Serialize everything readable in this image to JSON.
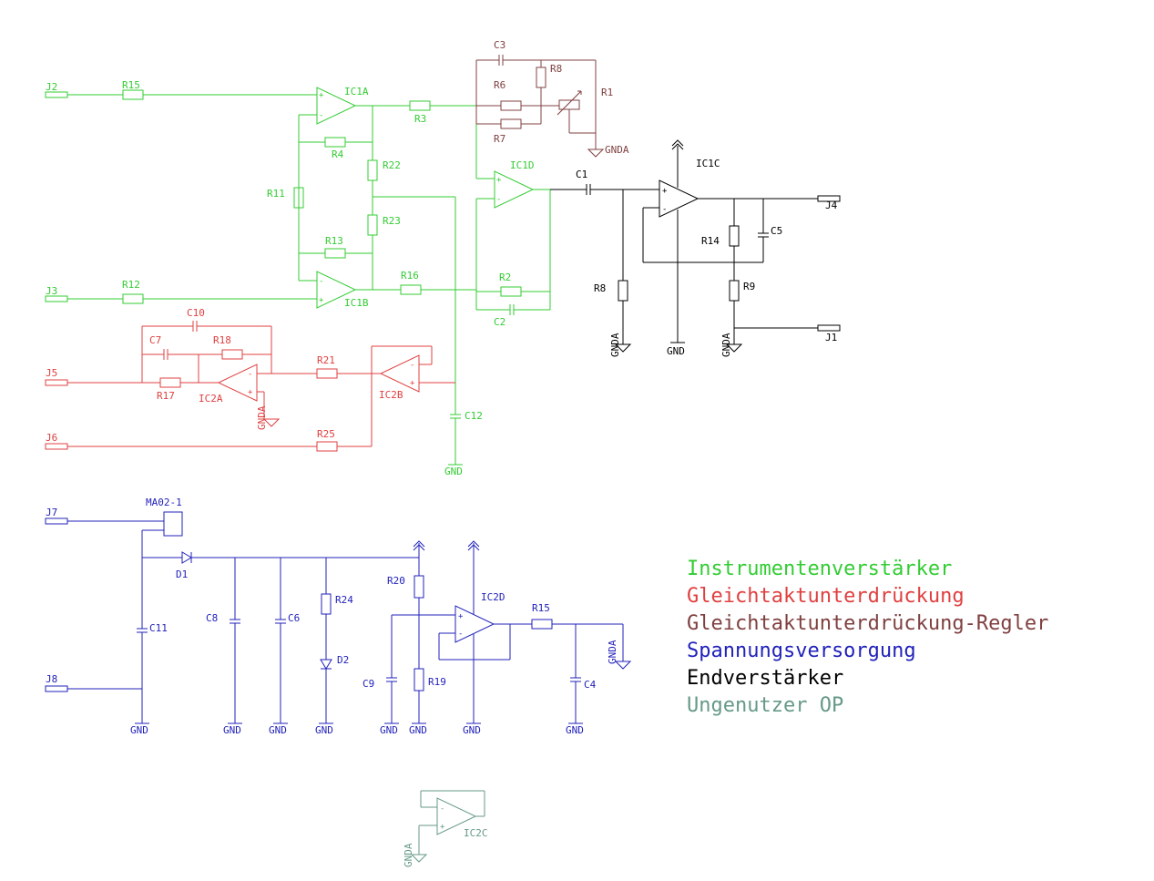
{
  "colors": {
    "instrument": "#33cc33",
    "common_mode": "#e04040",
    "regulator": "#804040",
    "supply": "#2222bb",
    "output": "#000000",
    "unused": "#669988"
  },
  "legend": [
    {
      "text": "Instrumentenverstärker",
      "color": "#33cc33"
    },
    {
      "text": "Gleichtaktunterdrückung",
      "color": "#e04040"
    },
    {
      "text": "Gleichtaktunterdrückung-Regler",
      "color": "#804040"
    },
    {
      "text": "Spannungsversorgung",
      "color": "#2222bb"
    },
    {
      "text": "Endverstärker",
      "color": "#000000"
    },
    {
      "text": "Ungenutzer OP",
      "color": "#669988"
    }
  ],
  "labels": {
    "J1": "J1",
    "J2": "J2",
    "J3": "J3",
    "J4": "J4",
    "J5": "J5",
    "J6": "J6",
    "J7": "J7",
    "J8": "J8",
    "R1": "R1",
    "R2": "R2",
    "R3": "R3",
    "R4": "R4",
    "R6": "R6",
    "R7": "R7",
    "R8": "R8",
    "R9": "R9",
    "R11": "R11",
    "R12": "R12",
    "R13": "R13",
    "R14": "R14",
    "R15": "R15",
    "R16": "R16",
    "R17": "R17",
    "R18": "R18",
    "R19": "R19",
    "R20": "R20",
    "R21": "R21",
    "R22": "R22",
    "R23": "R23",
    "R24": "R24",
    "R25": "R25",
    "C1": "C1",
    "C2": "C2",
    "C3": "C3",
    "C4": "C4",
    "C5": "C5",
    "C6": "C6",
    "C7": "C7",
    "C8": "C8",
    "C9": "C9",
    "C10": "C10",
    "C11": "C11",
    "C12": "C12",
    "IC1A": "IC1A",
    "IC1B": "IC1B",
    "IC1C": "IC1C",
    "IC1D": "IC1D",
    "IC2A": "IC2A",
    "IC2B": "IC2B",
    "IC2C": "IC2C",
    "IC2D": "IC2D",
    "D1": "D1",
    "D2": "D2",
    "MA02_1": "MA02-1",
    "GND": "GND",
    "GNDA": "GNDA"
  }
}
